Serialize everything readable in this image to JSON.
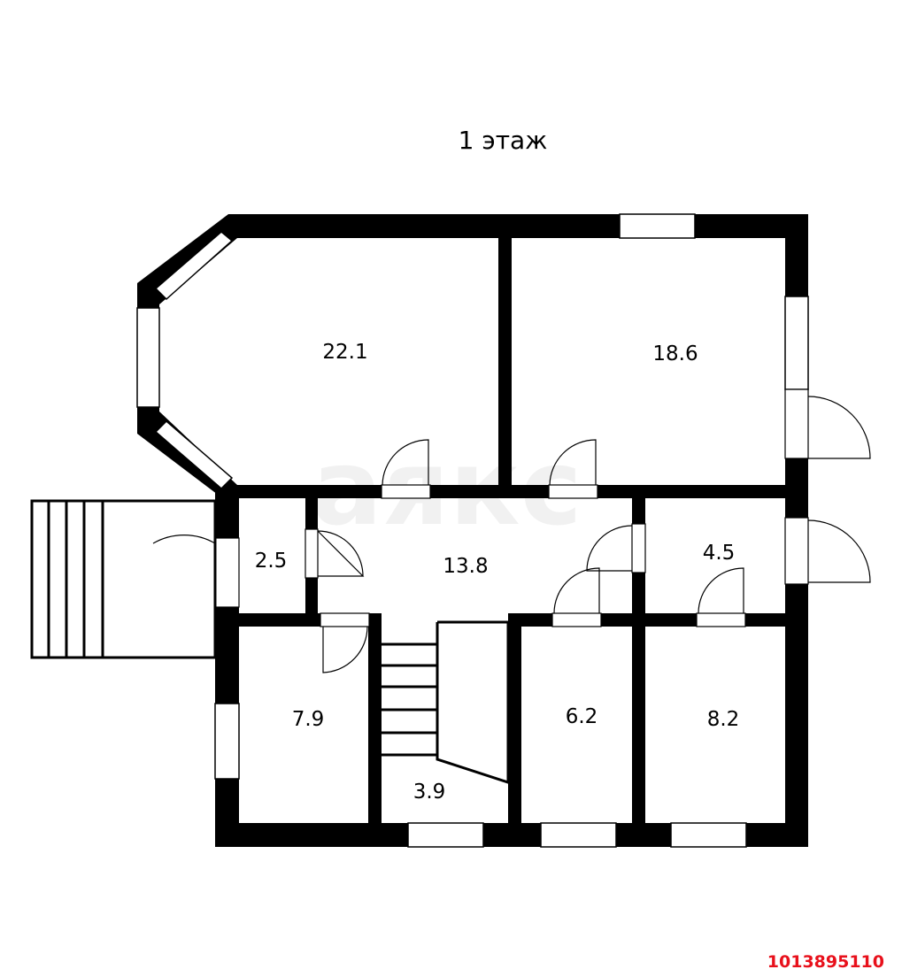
{
  "floor_title": "1 этаж",
  "watermark": "аякс",
  "listing_id": "1013895110",
  "rooms": [
    {
      "id": "living-west",
      "area": "22.1"
    },
    {
      "id": "living-east",
      "area": "18.6"
    },
    {
      "id": "hall",
      "area": "13.8"
    },
    {
      "id": "closet",
      "area": "2.5"
    },
    {
      "id": "room-ne-small",
      "area": "4.5"
    },
    {
      "id": "room-sw",
      "area": "7.9"
    },
    {
      "id": "stair-area",
      "area": "3.9"
    },
    {
      "id": "room-s-mid",
      "area": "6.2"
    },
    {
      "id": "room-se",
      "area": "8.2"
    }
  ],
  "colors": {
    "wall": "#000000",
    "listing_id": "#e8101b"
  }
}
